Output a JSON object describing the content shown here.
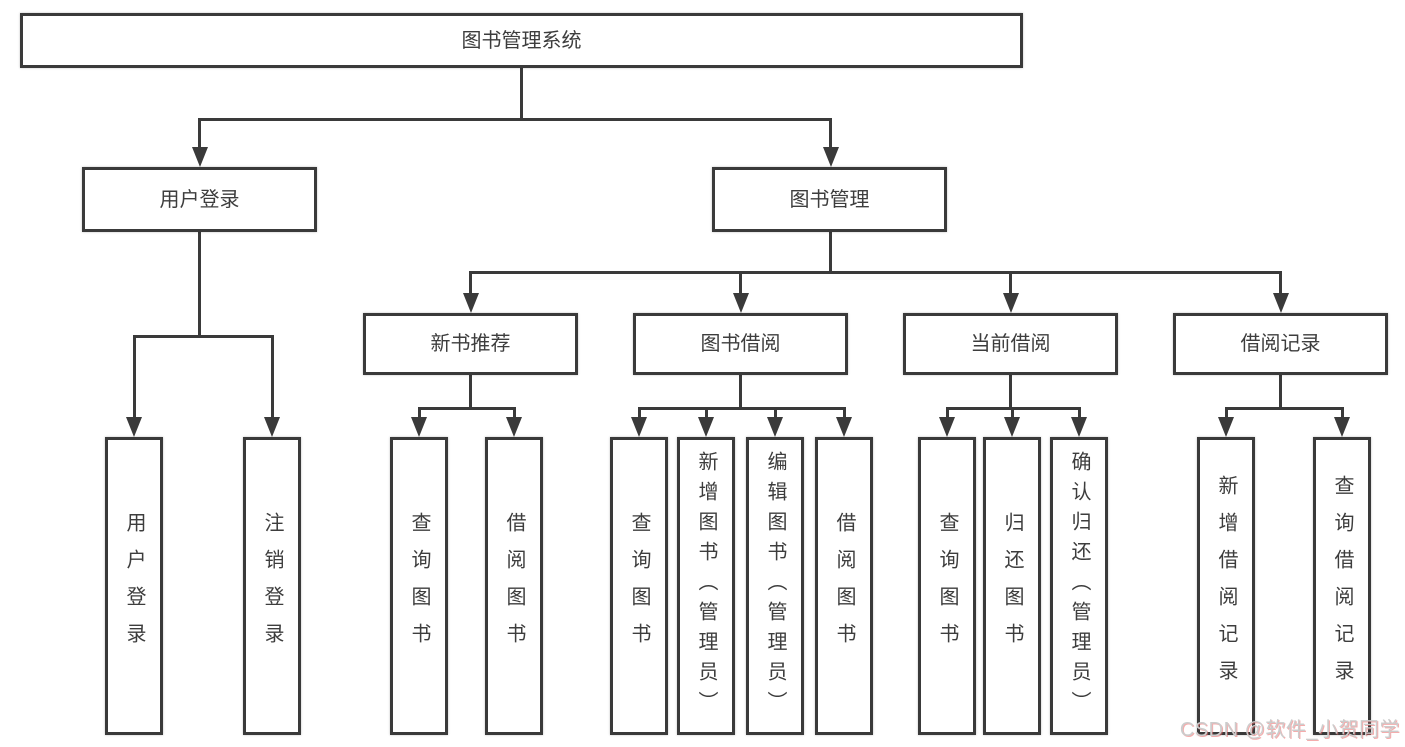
{
  "diagram": {
    "title": "图书管理系统",
    "nodes": [
      {
        "id": "root",
        "label": "图书管理系统",
        "parent": null
      },
      {
        "id": "user-login",
        "label": "用户登录",
        "parent": "root"
      },
      {
        "id": "book-mgmt",
        "label": "图书管理",
        "parent": "root"
      },
      {
        "id": "new-book-rec",
        "label": "新书推荐",
        "parent": "book-mgmt"
      },
      {
        "id": "book-borrow",
        "label": "图书借阅",
        "parent": "book-mgmt"
      },
      {
        "id": "current-borrow",
        "label": "当前借阅",
        "parent": "book-mgmt"
      },
      {
        "id": "borrow-record",
        "label": "借阅记录",
        "parent": "book-mgmt"
      },
      {
        "id": "leaf-user-login",
        "label": "用户登录",
        "parent": "user-login"
      },
      {
        "id": "leaf-logout",
        "label": "注销登录",
        "parent": "user-login"
      },
      {
        "id": "leaf-query-book-1",
        "label": "查询图书",
        "parent": "new-book-rec"
      },
      {
        "id": "leaf-borrow-book-1",
        "label": "借阅图书",
        "parent": "new-book-rec"
      },
      {
        "id": "leaf-query-book-2",
        "label": "查询图书",
        "parent": "book-borrow"
      },
      {
        "id": "leaf-add-book",
        "label": "新增图书（管理员）",
        "parent": "book-borrow"
      },
      {
        "id": "leaf-edit-book",
        "label": "编辑图书（管理员）",
        "parent": "book-borrow"
      },
      {
        "id": "leaf-borrow-book-2",
        "label": "借阅图书",
        "parent": "book-borrow"
      },
      {
        "id": "leaf-query-book-3",
        "label": "查询图书",
        "parent": "current-borrow"
      },
      {
        "id": "leaf-return-book",
        "label": "归还图书",
        "parent": "current-borrow"
      },
      {
        "id": "leaf-confirm-return",
        "label": "确认归还（管理员）",
        "parent": "current-borrow"
      },
      {
        "id": "leaf-add-borrow-record",
        "label": "新增借阅记录",
        "parent": "borrow-record"
      },
      {
        "id": "leaf-query-borrow-record",
        "label": "查询借阅记录",
        "parent": "borrow-record"
      }
    ]
  },
  "watermark": {
    "text": "CSDN @软件_小贺同学"
  },
  "colors": {
    "line": "#3a3a3a",
    "text": "#3d3d3d",
    "box_background": "#ffffff",
    "page_background": "#ffffff",
    "watermark_text": "#cccccc",
    "watermark_shadow": "#eb6a6a"
  }
}
